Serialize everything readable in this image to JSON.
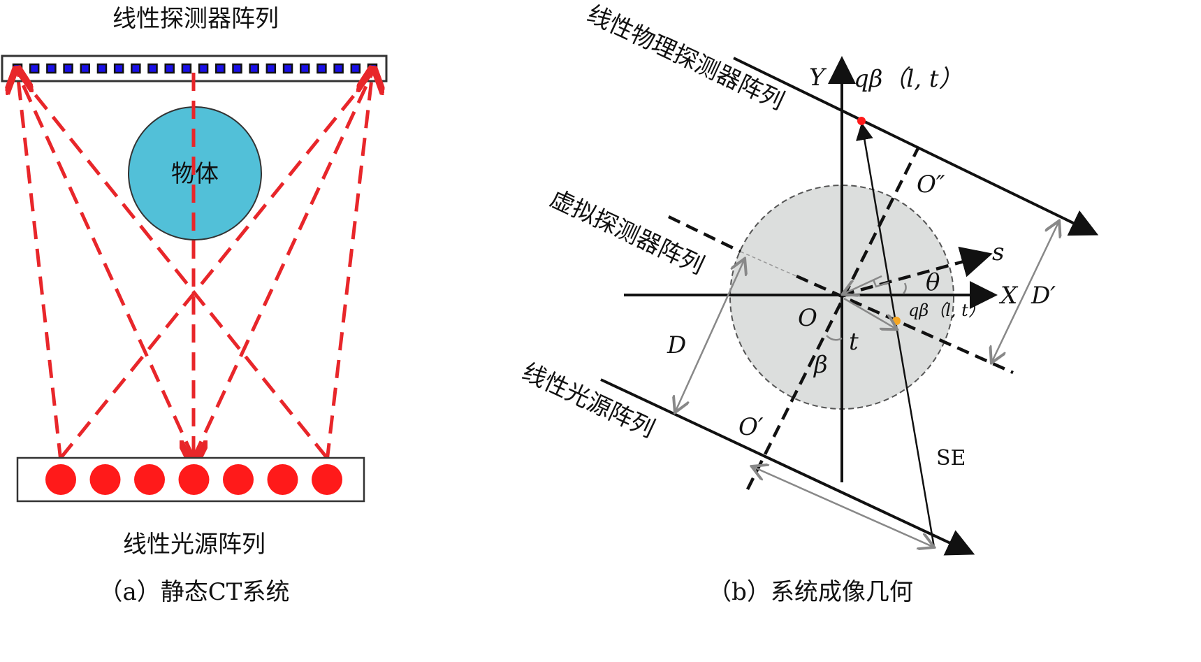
{
  "left": {
    "detector_title": "线性探测器阵列",
    "object_label": "物体",
    "source_title": "线性光源阵列",
    "caption": "（a）静态CT系统",
    "detector_count": 22,
    "source_count": 7
  },
  "right": {
    "physical_detector": "线性物理探测器阵列",
    "virtual_detector": "虚拟探测器阵列",
    "source_array": "线性光源阵列",
    "caption": "（b）系统成像几何",
    "y_axis": "Y",
    "x_axis": "X",
    "q_top": "qβ（l, t）",
    "q_mid": "qβ（l, t）",
    "o2": "O″",
    "o1": "O′",
    "origin": "O",
    "s": "s",
    "theta": "θ",
    "t": "t",
    "beta": "β",
    "D": "D",
    "D2": "D′",
    "SE": "SE"
  },
  "colors": {
    "object": "#52c0d8",
    "source": "#ff1a1a",
    "detector": "#1a10e8",
    "disk": "#dcdedd",
    "orange": "#f5a623"
  }
}
